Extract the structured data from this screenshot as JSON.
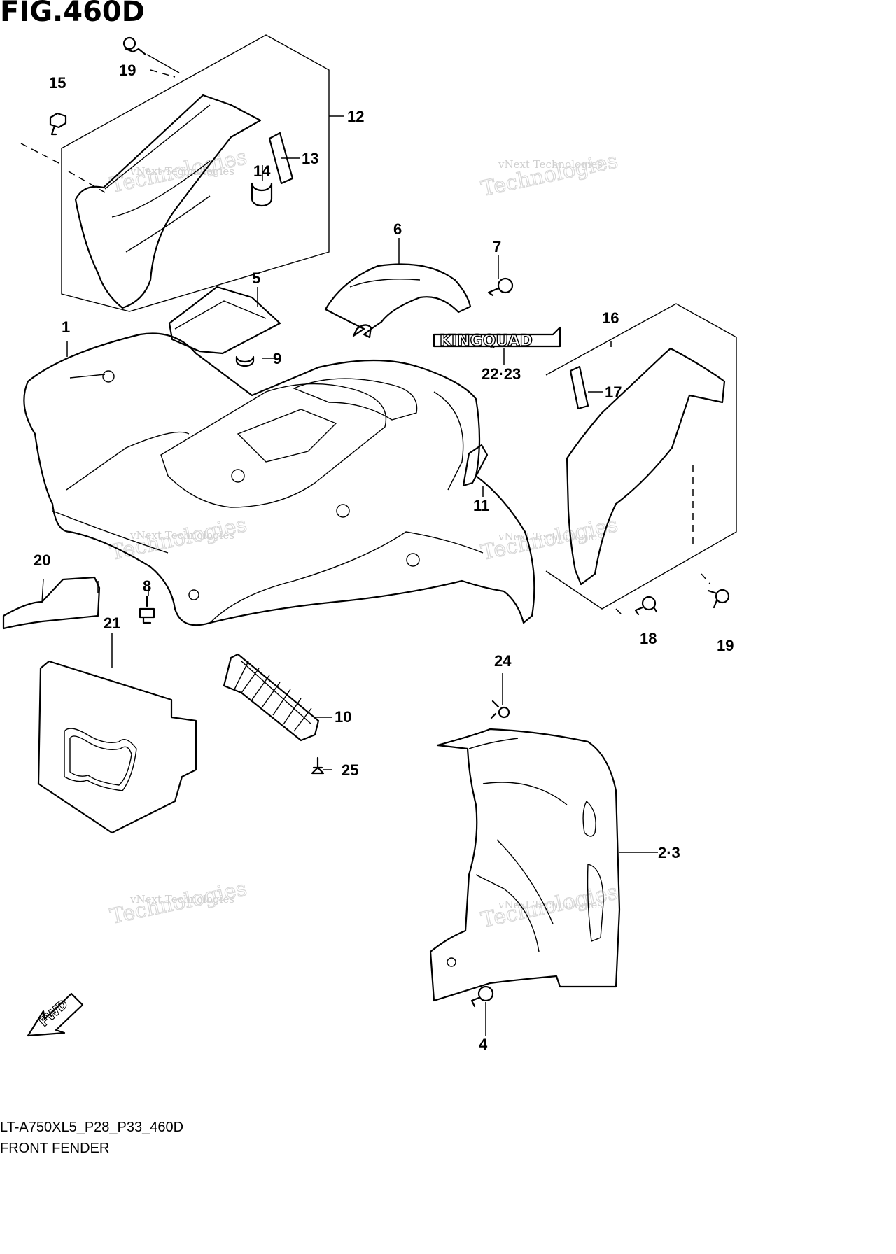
{
  "figure": {
    "title": "FIG.460D",
    "model_code": "LT-A750XL5_P28_P33_460D",
    "name": "FRONT FENDER"
  },
  "watermark": {
    "text_small": "vNext Technologies",
    "text_large": "Technologies",
    "text_top": "vNext"
  },
  "decal_text": "KINGQUAD",
  "fwd_text": "FWD",
  "callouts": [
    {
      "id": "c1",
      "label": "1"
    },
    {
      "id": "c23",
      "label": "2·3"
    },
    {
      "id": "c4",
      "label": "4"
    },
    {
      "id": "c5",
      "label": "5"
    },
    {
      "id": "c6",
      "label": "6"
    },
    {
      "id": "c7",
      "label": "7"
    },
    {
      "id": "c8",
      "label": "8"
    },
    {
      "id": "c9",
      "label": "9"
    },
    {
      "id": "c10",
      "label": "10"
    },
    {
      "id": "c11",
      "label": "11"
    },
    {
      "id": "c12",
      "label": "12"
    },
    {
      "id": "c13",
      "label": "13"
    },
    {
      "id": "c14",
      "label": "14"
    },
    {
      "id": "c15",
      "label": "15"
    },
    {
      "id": "c16",
      "label": "16"
    },
    {
      "id": "c17",
      "label": "17"
    },
    {
      "id": "c18",
      "label": "18"
    },
    {
      "id": "c19a",
      "label": "19"
    },
    {
      "id": "c19b",
      "label": "19"
    },
    {
      "id": "c20",
      "label": "20"
    },
    {
      "id": "c21",
      "label": "21"
    },
    {
      "id": "c2223",
      "label": "22·23"
    },
    {
      "id": "c24",
      "label": "24"
    },
    {
      "id": "c25",
      "label": "25"
    }
  ]
}
